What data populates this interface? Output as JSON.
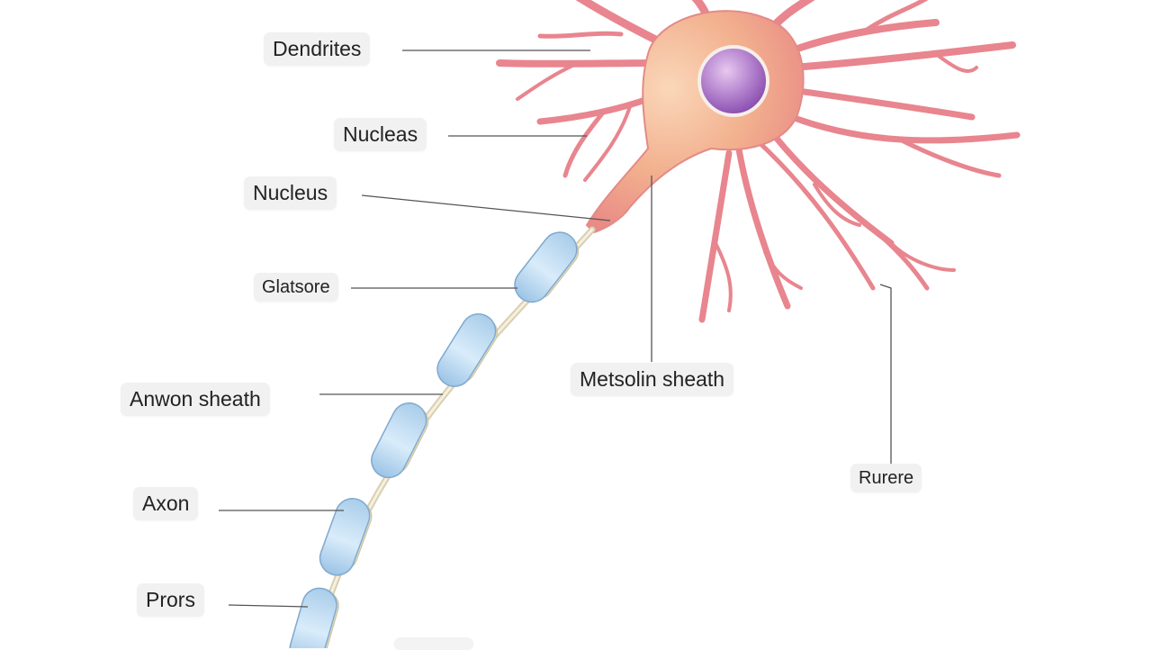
{
  "labels": {
    "dendrites": "Dendrites",
    "nucleas": "Nucleas",
    "nucleus": "Nucleus",
    "glatsore": "Glatsore",
    "anwon_sheath": "Anwon sheath",
    "axon": "Axon",
    "prors": "Prors",
    "metsolin_sheath": "Metsolin sheath",
    "rurere": "Rurere"
  },
  "colors": {
    "dendrite": "#e8858e",
    "soma": "#f2b38c",
    "nucleus": "#a06ac0",
    "myelin": "#bcd9f0",
    "axon_sheath": "#f3edd6",
    "leader_line": "#555555",
    "label_bg": "#f1f1f1"
  }
}
